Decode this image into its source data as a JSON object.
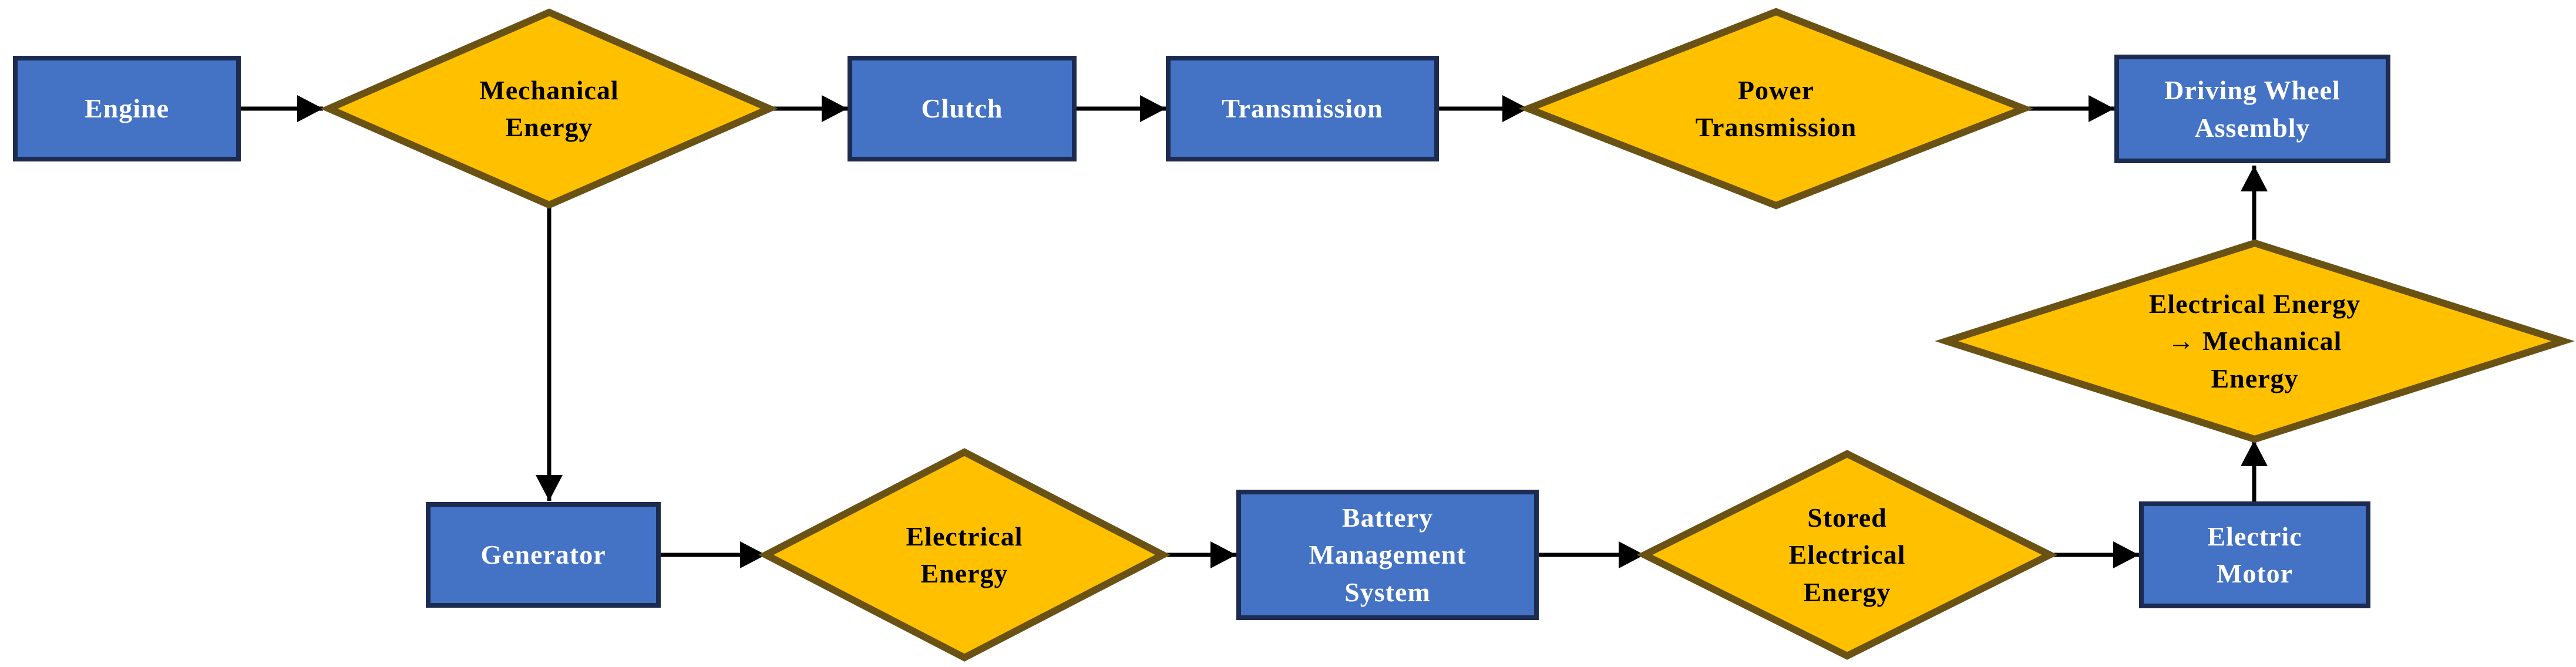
{
  "diagram": {
    "type": "flowchart",
    "background": "#ffffff",
    "colors": {
      "background": "#ffffff",
      "box_fill": "#4472C4",
      "box_border": "#1C2B4F",
      "box_text": "#FFFFFF",
      "diamond_fill": "#FFC000",
      "diamond_border": "#6A5214",
      "diamond_text": "#000000",
      "arrow_color": "#000000"
    },
    "nodes": [
      {
        "id": "engine",
        "shape": "process",
        "label": "Engine"
      },
      {
        "id": "mechanical-energy",
        "shape": "decision",
        "label": "Mechanical\nEnergy"
      },
      {
        "id": "clutch",
        "shape": "process",
        "label": "Clutch"
      },
      {
        "id": "transmission",
        "shape": "process",
        "label": "Transmission"
      },
      {
        "id": "power-transmission",
        "shape": "decision",
        "label": "Power\nTransmission"
      },
      {
        "id": "driving-wheel-assembly",
        "shape": "process",
        "label": "Driving Wheel\nAssembly"
      },
      {
        "id": "generator",
        "shape": "process",
        "label": "Generator"
      },
      {
        "id": "electrical-energy",
        "shape": "decision",
        "label": "Electrical\nEnergy"
      },
      {
        "id": "battery-management-system",
        "shape": "process",
        "label": "Battery\nManagement\nSystem"
      },
      {
        "id": "stored-electrical-energy",
        "shape": "decision",
        "label": "Stored\nElectrical\nEnergy"
      },
      {
        "id": "electric-motor",
        "shape": "process",
        "label": "Electric\nMotor"
      },
      {
        "id": "electrical-to-mechanical-energy",
        "shape": "decision",
        "label": "Electrical Energy\n→ Mechanical\nEnergy"
      }
    ],
    "edges": [
      {
        "from": "engine",
        "to": "mechanical-energy"
      },
      {
        "from": "mechanical-energy",
        "to": "clutch"
      },
      {
        "from": "clutch",
        "to": "transmission"
      },
      {
        "from": "transmission",
        "to": "power-transmission"
      },
      {
        "from": "power-transmission",
        "to": "driving-wheel-assembly"
      },
      {
        "from": "mechanical-energy",
        "to": "generator"
      },
      {
        "from": "generator",
        "to": "electrical-energy"
      },
      {
        "from": "electrical-energy",
        "to": "battery-management-system"
      },
      {
        "from": "battery-management-system",
        "to": "stored-electrical-energy"
      },
      {
        "from": "stored-electrical-energy",
        "to": "electric-motor"
      },
      {
        "from": "electric-motor",
        "to": "electrical-to-mechanical-energy"
      },
      {
        "from": "electrical-to-mechanical-energy",
        "to": "driving-wheel-assembly"
      }
    ]
  }
}
